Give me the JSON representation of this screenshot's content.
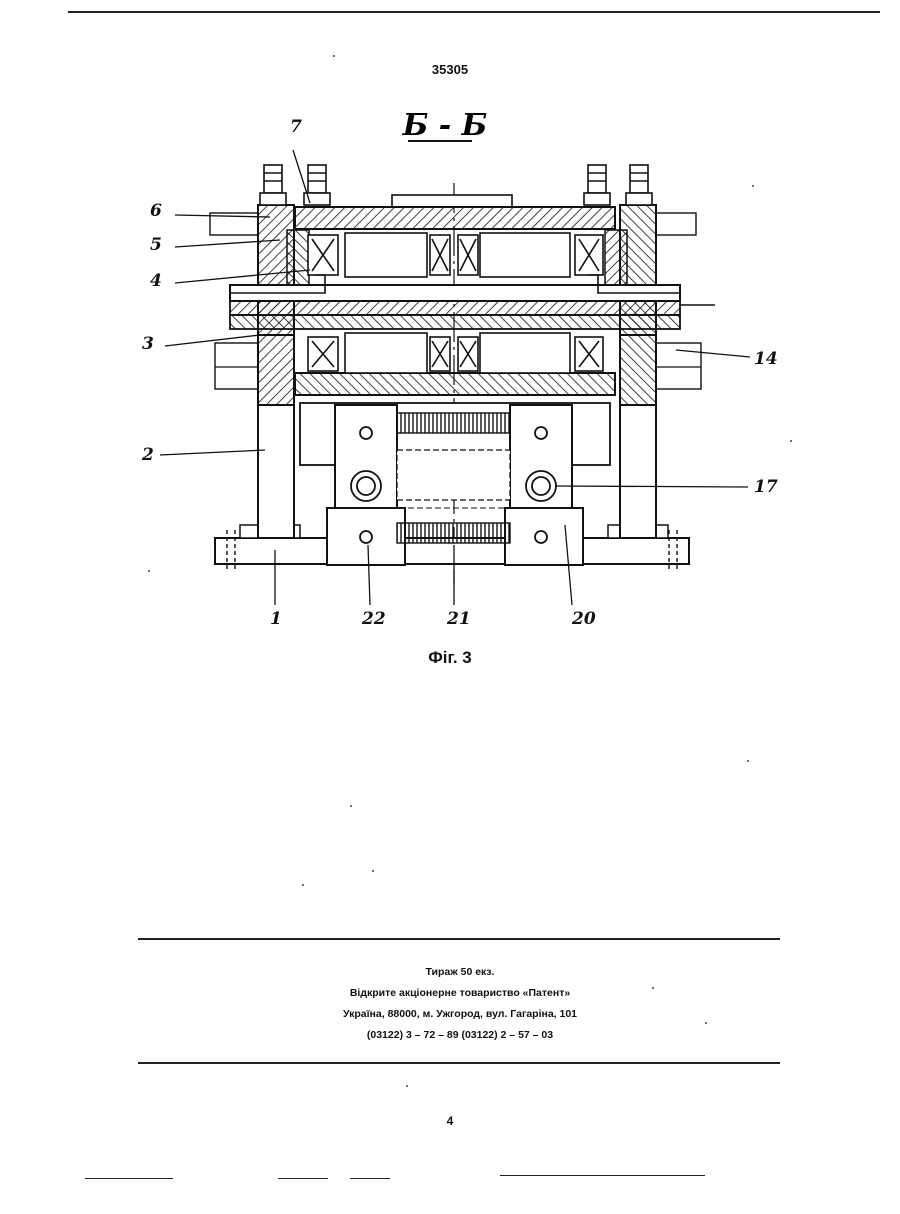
{
  "document": {
    "page_number_top": "35305",
    "section_label": "Б - Б",
    "figure_caption": "Фіг. 3",
    "callouts": [
      {
        "id": "c7",
        "label": "7"
      },
      {
        "id": "c6",
        "label": "6"
      },
      {
        "id": "c5",
        "label": "5"
      },
      {
        "id": "c4",
        "label": "4"
      },
      {
        "id": "c3",
        "label": "3"
      },
      {
        "id": "c14",
        "label": "14"
      },
      {
        "id": "c2",
        "label": "2"
      },
      {
        "id": "c17",
        "label": "17"
      },
      {
        "id": "c1",
        "label": "1"
      },
      {
        "id": "c22",
        "label": "22"
      },
      {
        "id": "c21",
        "label": "21"
      },
      {
        "id": "c20",
        "label": "20"
      }
    ],
    "imprint": {
      "line1": "Тираж 50 екз.",
      "line2": "Відкрите акціонерне товариство «Патент»",
      "line3": "Україна, 88000, м. Ужгород, вул. Гагаріна, 101",
      "line4": "(03122) 3 – 72 – 89   (03122) 2 – 57 – 03"
    },
    "page_number_bottom": "4"
  }
}
